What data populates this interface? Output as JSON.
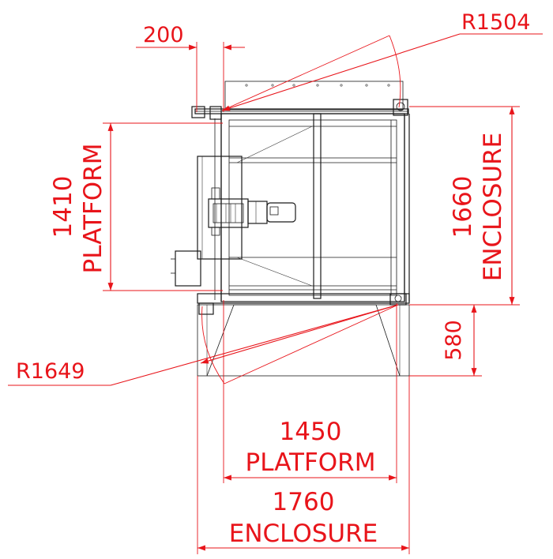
{
  "colors": {
    "dimension": "#e8141a",
    "drawing": "#1a1a1a",
    "background": "#ffffff"
  },
  "dimensions": {
    "top_offset": "200",
    "hinge_radius": "R1504",
    "lower_radius": "R1649",
    "platform_height_value": "1410",
    "platform_height_label": "PLATFORM",
    "enclosure_height_value": "1660",
    "enclosure_height_label": "ENCLOSURE",
    "base_height": "580",
    "platform_width_value": "1450",
    "platform_width_label": "PLATFORM",
    "enclosure_width_value": "1760",
    "enclosure_width_label": "ENCLOSURE"
  }
}
